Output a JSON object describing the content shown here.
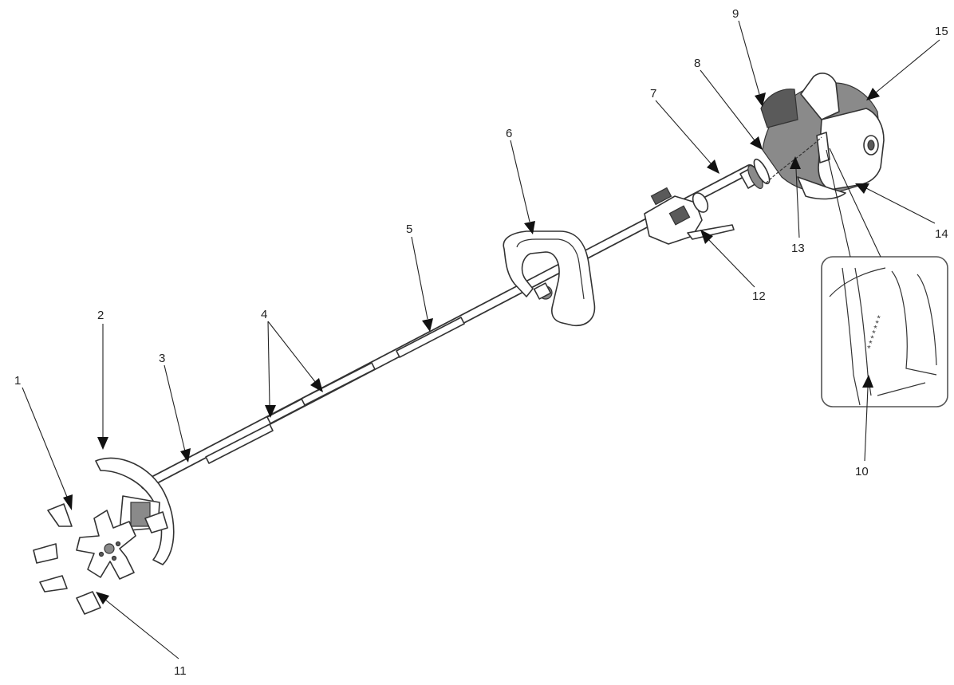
{
  "diagram": {
    "callouts": [
      {
        "id": "1",
        "label": "1"
      },
      {
        "id": "2",
        "label": "2"
      },
      {
        "id": "3",
        "label": "3"
      },
      {
        "id": "4",
        "label": "4"
      },
      {
        "id": "5",
        "label": "5"
      },
      {
        "id": "6",
        "label": "6"
      },
      {
        "id": "7",
        "label": "7"
      },
      {
        "id": "8",
        "label": "8"
      },
      {
        "id": "9",
        "label": "9"
      },
      {
        "id": "10",
        "label": "10"
      },
      {
        "id": "11",
        "label": "11"
      },
      {
        "id": "12",
        "label": "12"
      },
      {
        "id": "13",
        "label": "13"
      },
      {
        "id": "14",
        "label": "14"
      },
      {
        "id": "15",
        "label": "15"
      }
    ],
    "detail_serial_text": "*******",
    "colors": {
      "line": "#222222",
      "background": "#ffffff",
      "engine_shade": "#8a8a8a",
      "dark_shade": "#5a5a5a"
    }
  }
}
